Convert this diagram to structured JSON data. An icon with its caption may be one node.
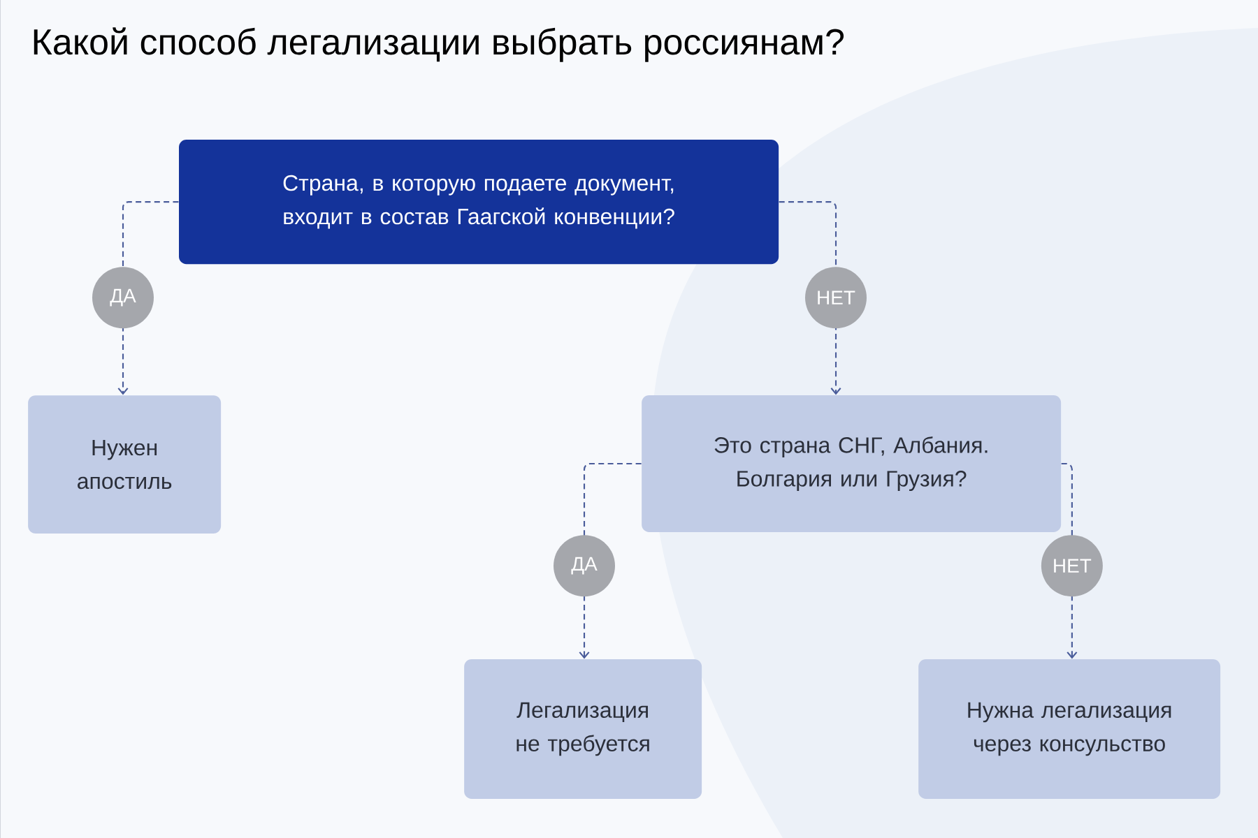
{
  "diagram": {
    "title": "Какой способ легализации выбрать россиянам?",
    "nodes": [
      {
        "text": [
          "Страна, в которую подаете документ, входит в состав Гаагской конвенции?"
        ]
      },
      {
        "text": [
          "Нужен апостиль"
        ]
      },
      {
        "text": [
          "Это страна СНГ, Албания. Болгария или Грузия?"
        ]
      },
      {
        "text": [
          "Легализация не требуется"
        ]
      },
      {
        "text": [
          "Нужна легализация через консульство"
        ]
      }
    ],
    "edges": [
      {
        "from": 0,
        "to": 1,
        "arrow": "to",
        "label": "ДА",
        "style": "dashed"
      },
      {
        "from": 0,
        "to": 2,
        "arrow": "to",
        "label": "НЕТ",
        "style": "dashed"
      },
      {
        "from": 2,
        "to": 3,
        "arrow": "to",
        "label": "ДА",
        "style": "dashed"
      },
      {
        "from": 2,
        "to": 4,
        "arrow": "to",
        "label": "НЕТ",
        "style": "dashed"
      }
    ]
  }
}
